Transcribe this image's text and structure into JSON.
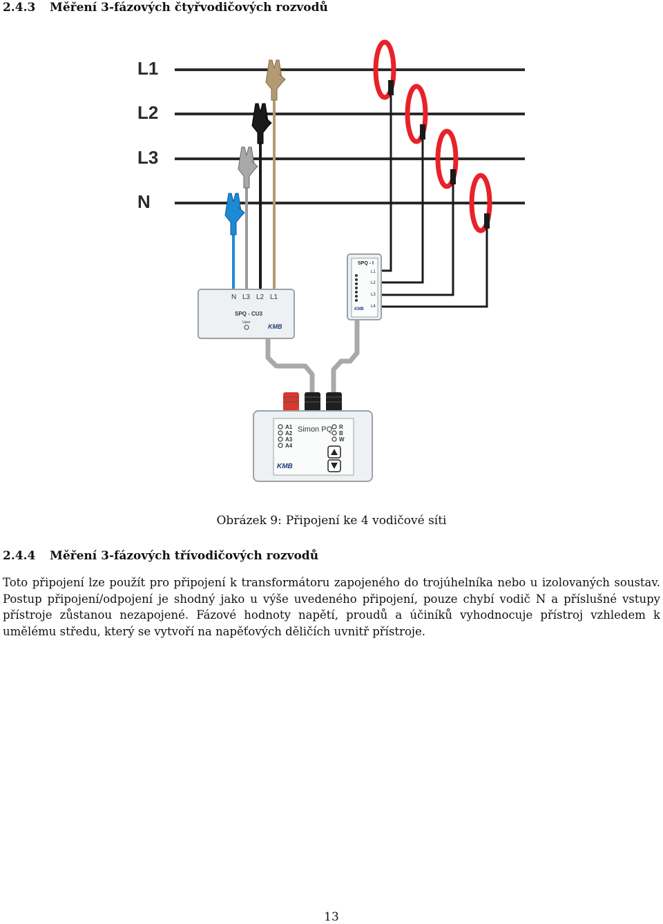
{
  "section_243": {
    "number": "2.4.3",
    "title": "Měření 3-fázových čtyřvodičových rozvodů"
  },
  "figure": {
    "line_labels": [
      "L1",
      "L2",
      "L3",
      "N"
    ],
    "cu3": {
      "inputs": [
        "N",
        "L3",
        "L2",
        "L1"
      ],
      "name": "SPQ - CU3",
      "indicator_label": "Upwr",
      "brand": "KMB"
    },
    "spqi": {
      "name": "SPQ - I",
      "channels": [
        "L1",
        "L2",
        "L3",
        "L4"
      ],
      "brand": "KMB"
    },
    "simon": {
      "inputs": [
        "A1",
        "A2",
        "A3",
        "A4"
      ],
      "name": "Simon PQ",
      "leds": [
        "R",
        "B",
        "W"
      ],
      "brand": "KMB"
    },
    "colors": {
      "blue": "#1e8ad6",
      "grey": "#9a9a9a",
      "black": "#1a1a1a",
      "brown": "#b49a72",
      "red": "#e8222a"
    }
  },
  "caption": {
    "label": "Obrázek 9:",
    "text": "Připojení ke 4 vodičové síti"
  },
  "section_244": {
    "number": "2.4.4",
    "title": "Měření 3-fázových třívodičových rozvodů"
  },
  "paragraph": "Toto připojení lze použít pro připojení k transformátoru zapojeného do trojúhelníka nebo u izolovaných soustav. Postup připojení/odpojení je shodný jako u výše uvedeného připojení, pouze chybí vodič N a příslušné vstupy přístroje zůstanou nezapojené. Fázové hodnoty napětí, proudů a účiníků vyhodnocuje přístroj vzhledem k umělému středu, který se vytvoří na napěťových děličích uvnitř přístroje.",
  "page_number": "13"
}
